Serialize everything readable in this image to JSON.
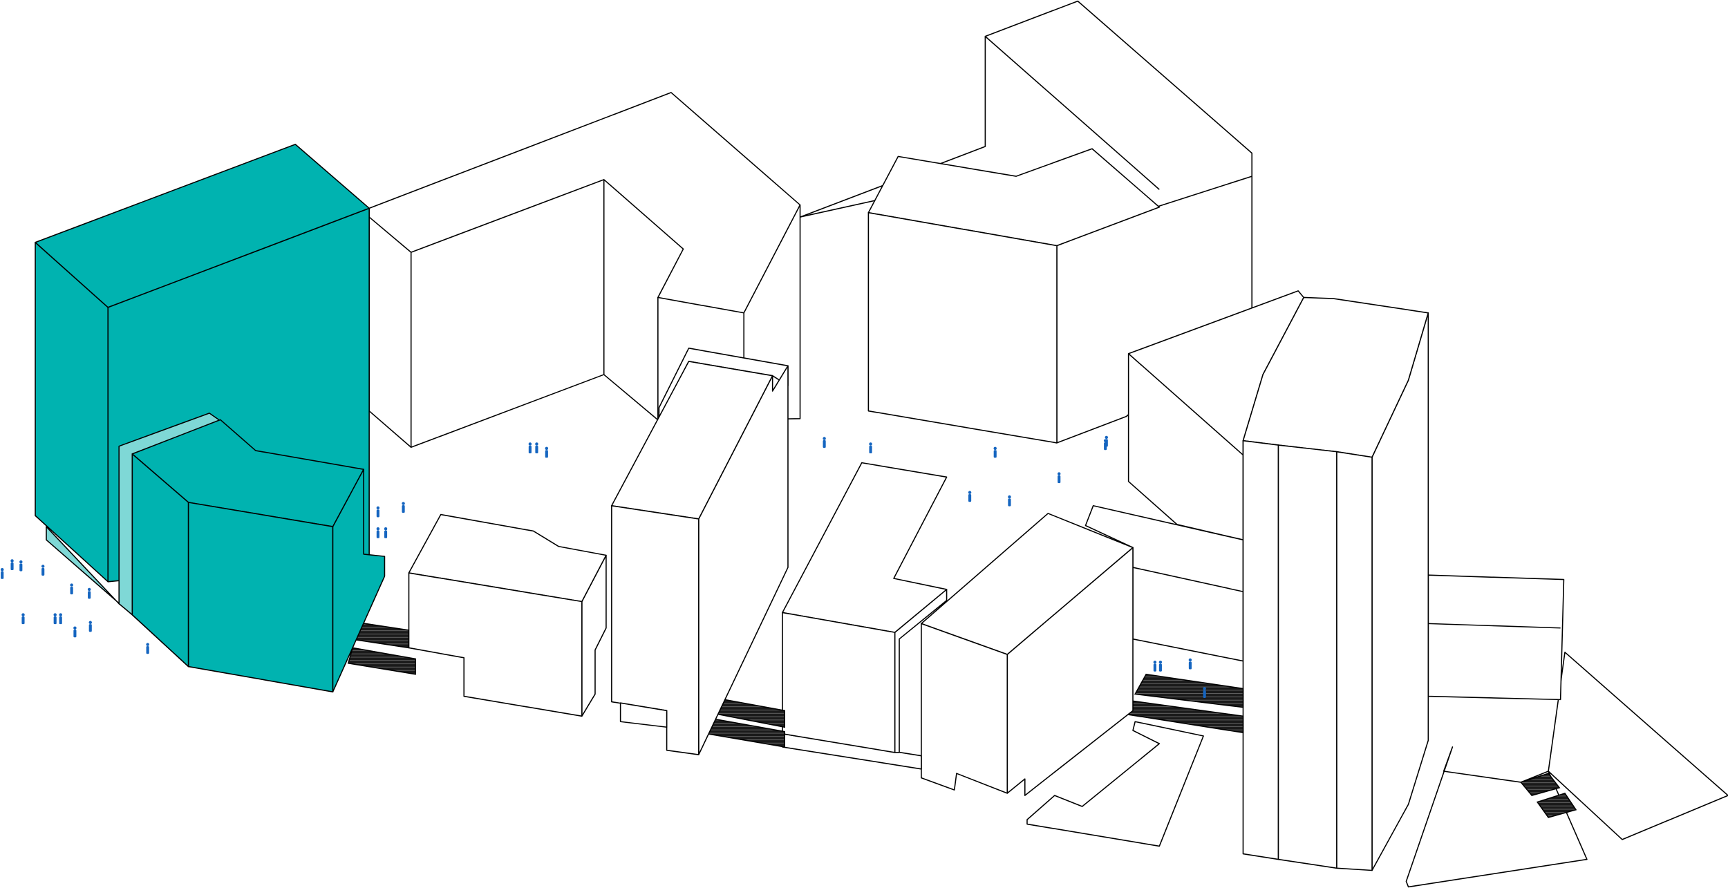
{
  "diagram": {
    "type": "axonometric-urban-block",
    "colors": {
      "highlight_building": "#00b3b0",
      "highlight_accent": "#7fd8d6",
      "buildings": "#ffffff",
      "outline": "#000000",
      "people": "#1565c0",
      "stairs": "#1a1a1a"
    },
    "highlighted_buildings": 1,
    "context_buildings": 9,
    "people_count": 31
  }
}
